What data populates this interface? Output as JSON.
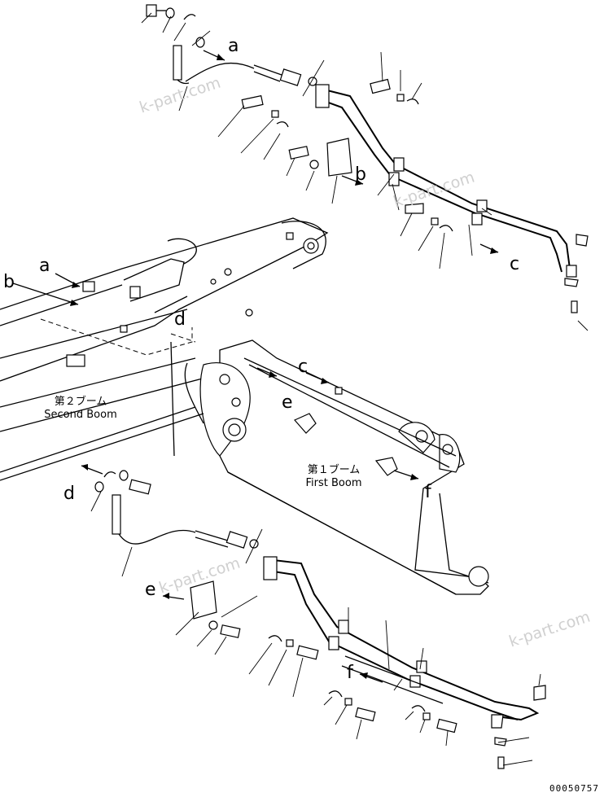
{
  "callouts": {
    "a_top": "a",
    "b_top": "b",
    "c_top": "c",
    "a_left": "a",
    "b_left": "b",
    "d_mid": "d",
    "c_mid": "c",
    "e_mid": "e",
    "f_mid": "f",
    "d_lower": "d",
    "e_lower": "e",
    "f_lower": "f"
  },
  "labels": {
    "second_boom_jp": "第２ブーム",
    "second_boom_en": "Second Boom",
    "first_boom_jp": "第１ブーム",
    "first_boom_en": "First Boom"
  },
  "watermarks": [
    "k-part.com",
    "k-part.com",
    "k-part.com",
    "k-part.com"
  ],
  "drawing_number": "00050757"
}
